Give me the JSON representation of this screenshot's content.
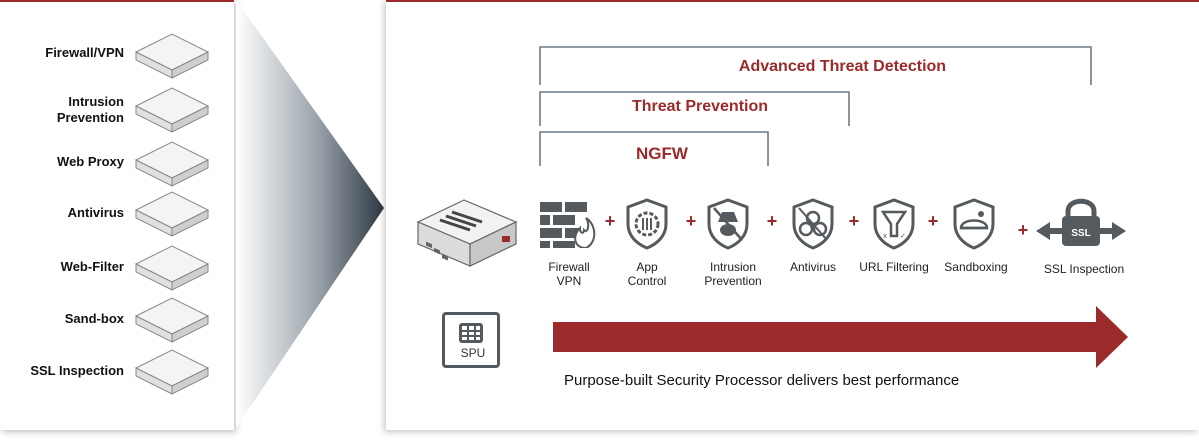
{
  "left_devices": [
    {
      "label": "Firewall/VPN"
    },
    {
      "label": "Intrusion\nPrevention"
    },
    {
      "label": "Web Proxy"
    },
    {
      "label": "Antivirus"
    },
    {
      "label": "Web-Filter"
    },
    {
      "label": "Sand-box"
    },
    {
      "label": "SSL Inspection"
    }
  ],
  "brackets": {
    "advanced": "Advanced Threat Detection",
    "threat": "Threat Prevention",
    "ngfw": "NGFW"
  },
  "features": [
    {
      "label": "Firewall\nVPN",
      "icon": "firewall-icon"
    },
    {
      "label": "App\nControl",
      "icon": "app-control-icon"
    },
    {
      "label": "Intrusion\nPrevention",
      "icon": "intrusion-prevention-icon"
    },
    {
      "label": "Antivirus",
      "icon": "antivirus-icon"
    },
    {
      "label": "URL Filtering",
      "icon": "url-filtering-icon"
    },
    {
      "label": "Sandboxing",
      "icon": "sandboxing-icon"
    },
    {
      "label": "SSL Inspection",
      "icon": "ssl-inspection-icon"
    }
  ],
  "plus_sign": "+",
  "ssl_lock_text": "SSL",
  "spu_label": "SPU",
  "caption": "Purpose-built Security Processor delivers best performance",
  "colors": {
    "accent": "#9b2a2a",
    "icon_dark": "#555a5e",
    "bracket_line": "#6d7a86"
  }
}
